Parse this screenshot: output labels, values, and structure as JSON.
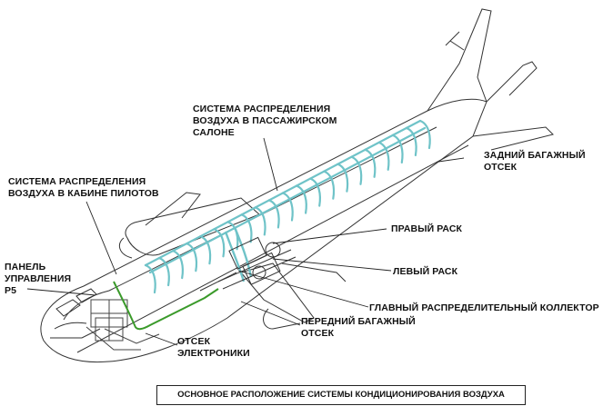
{
  "labels": {
    "cabin_distribution": "СИСТЕМА РАСПРЕДЕЛЕНИЯ\nВОЗДУХА В ПАССАЖИРСКОМ\nСАЛОНЕ",
    "cockpit_distribution": "СИСТЕМА РАСПРЕДЕЛЕНИЯ\nВОЗДУХА В КАБИНЕ ПИЛОТОВ",
    "aft_cargo": "ЗАДНИЙ БАГАЖНЫЙ\nОТСЕК",
    "right_pack": "ПРАВЫЙ  РАСК",
    "left_pack": "ЛЕВЫЙ  РАСК",
    "main_manifold": "ГЛАВНЫЙ РАСПРЕДЕЛИТЕЛЬНЫЙ КОЛЛЕКТОР",
    "fwd_cargo": "ПЕРЕДНИЙ БАГАЖНЫЙ\nОТСЕК",
    "control_panel": "ПАНЕЛЬ\nУПРАВЛЕНИЯ\nP5",
    "ee_bay": "ОТСЕК\nЭЛЕКТРОНИКИ"
  },
  "caption": "ОСНОВНОЕ РАСПОЛОЖЕНИЕ СИСТЕМЫ КОНДИЦИОНИРОВАНИЯ ВОЗДУХА",
  "colors": {
    "outline": "#333333",
    "cabin_ducts": "#6fc3c8",
    "cockpit_duct": "#3a9a2a",
    "leader": "#222222"
  }
}
